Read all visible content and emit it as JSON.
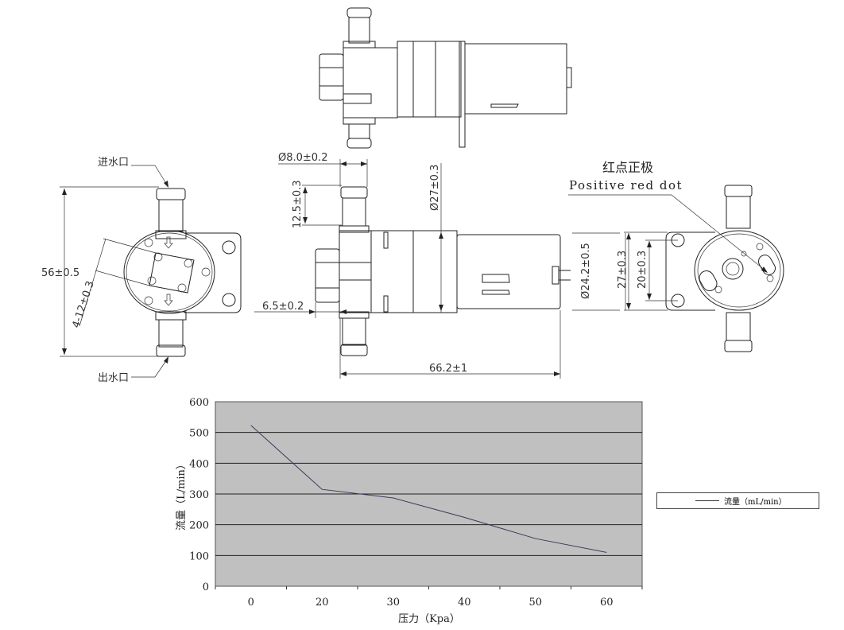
{
  "drawing": {
    "inlet_label": "进水口",
    "outlet_label": "出水口",
    "dim_height": "56±0.5",
    "dim_mount_holes": "4-12±0.3",
    "dim_pipe_diameter": "Ø8.0±0.2",
    "dim_pipe_length": "12.5±0.3",
    "dim_body_diameter": "Ø27±0.3",
    "dim_flange_offset": "6.5±0.2",
    "dim_total_length": "66.2±1",
    "dim_motor_diameter": "Ø24.2±0.5",
    "dim_flange_height": "27±0.3",
    "dim_hole_spacing": "20±0.3",
    "polarity_label_cn": "红点正极",
    "polarity_label_en": "Positive red dot"
  },
  "chart_data": {
    "type": "line",
    "title": "",
    "xlabel": "压力（Kpa）",
    "ylabel": "流量（L/min）",
    "categories": [
      "0",
      "20",
      "30",
      "40",
      "50",
      "60"
    ],
    "series": [
      {
        "name": "流量（mL/min）",
        "values": [
          523,
          315,
          287,
          224,
          155,
          110
        ],
        "color": "#3a3a5a"
      }
    ],
    "ylim": [
      0,
      600
    ],
    "yticks": [
      0,
      100,
      200,
      300,
      400,
      500,
      600
    ],
    "grid": true,
    "plot_background": "#c0c0c0",
    "legend_position": "right"
  }
}
